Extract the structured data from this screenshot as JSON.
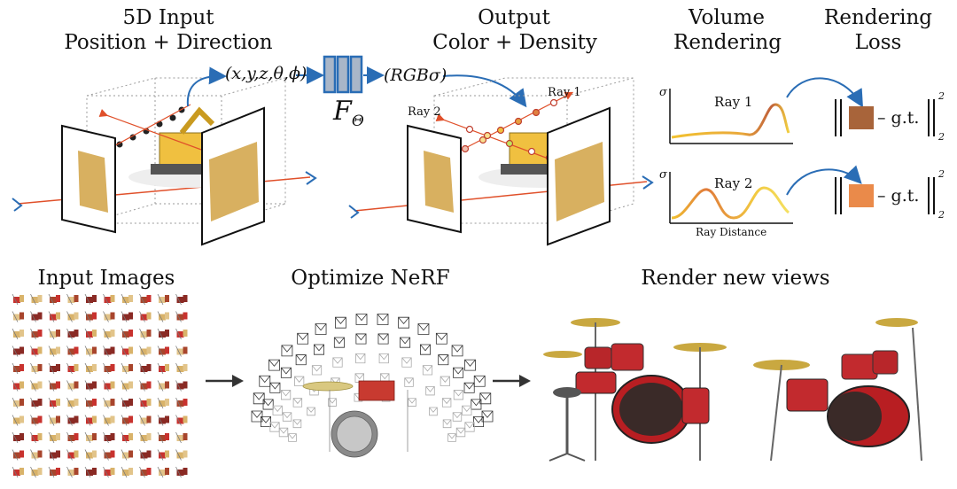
{
  "top": {
    "input_title_1": "5D Input",
    "input_title_2": "Position + Direction",
    "input_tuple": "(x,y,z,θ,ϕ)",
    "network_label": "F",
    "network_subscript": "Θ",
    "output_tuple": "(RGBσ)",
    "output_title_1": "Output",
    "output_title_2": "Color + Density",
    "ray1_label": "Ray 1",
    "ray2_label": "Ray 2",
    "volume_title_1": "Volume",
    "volume_title_2": "Rendering",
    "loss_title_1": "Rendering",
    "loss_title_2": "Loss",
    "sigma_symbol": "σ",
    "plot1_label": "Ray 1",
    "plot2_label": "Ray 2",
    "ray_distance_label": "Ray Distance",
    "gt_label": "– g.t.",
    "norm_exponent": "2",
    "norm_subscript": "2",
    "colors": {
      "arrow_blue": "#2a6db5",
      "ray_red": "#e0502a",
      "swatch1": "#a8643a",
      "swatch2": "#ea8a4a",
      "net_fill": "#a9b6c8"
    }
  },
  "bottom": {
    "input_images_title": "Input Images",
    "optimize_title": "Optimize NeRF",
    "render_title": "Render new views"
  }
}
